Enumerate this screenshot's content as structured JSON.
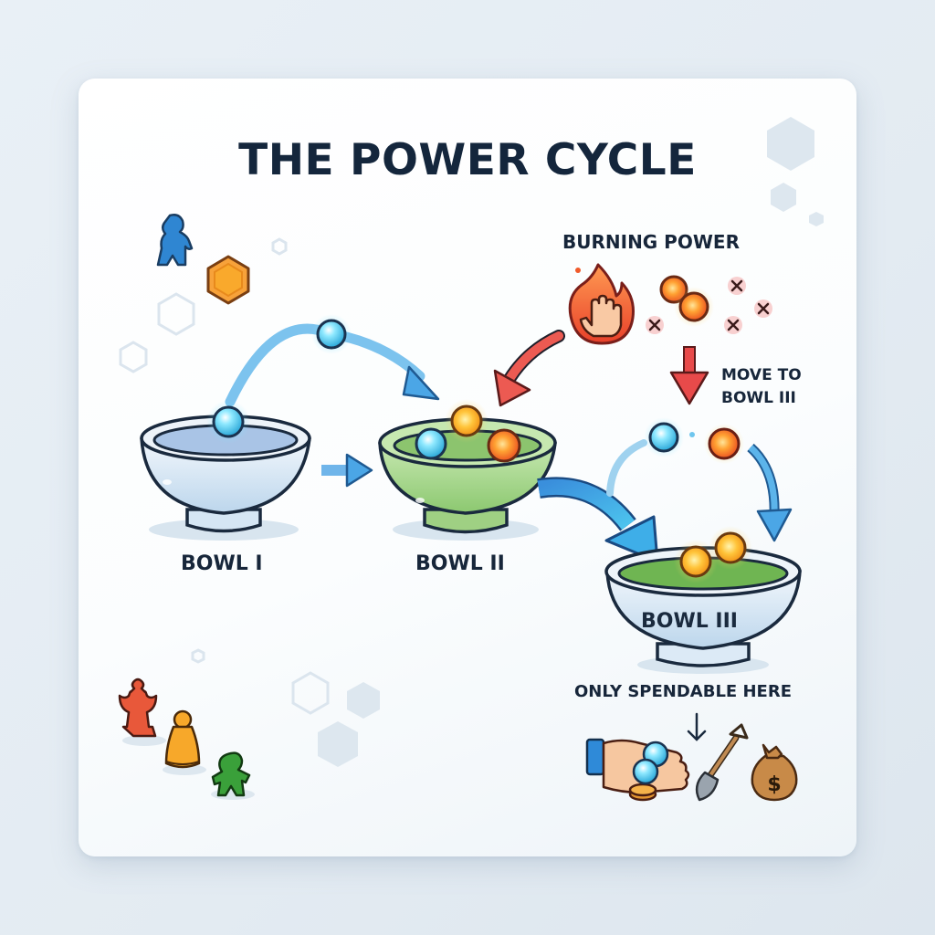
{
  "title": "THE POWER CYCLE",
  "labels": {
    "burning_power": "BURNING POWER",
    "move_to_bowl_iii_line1": "MOVE TO",
    "move_to_bowl_iii_line2": "BOWL III",
    "bowl_1": "BOWL I",
    "bowl_2": "BOWL II",
    "bowl_3": "BOWL III",
    "only_spendable": "ONLY SPENDABLE HERE"
  },
  "icons": {
    "decor_top_left": [
      "blue-meeple-icon",
      "orange-hex-token-icon"
    ],
    "decor_bottom_left": [
      "red-king-piece-icon",
      "yellow-pawn-icon",
      "green-meeple-icon"
    ],
    "burn": [
      "flame-hand-icon",
      "red-power-token-icon",
      "x-mark-icon"
    ],
    "spend": [
      "hand-holding-tokens-icon",
      "shovel-icon",
      "money-bag-icon"
    ]
  },
  "colors": {
    "title": "#14263c",
    "blue_arrow": "#4aa8e6",
    "red_arrow": "#e84a4a",
    "bowl_1_fill": "#dbe9f6",
    "bowl_2_fill": "#a9d98c",
    "bowl_3_liquid": "#6fb552",
    "blue_token": "#5fd2f0",
    "orange_token": "#f7a81c",
    "red_token": "#f0612e"
  }
}
